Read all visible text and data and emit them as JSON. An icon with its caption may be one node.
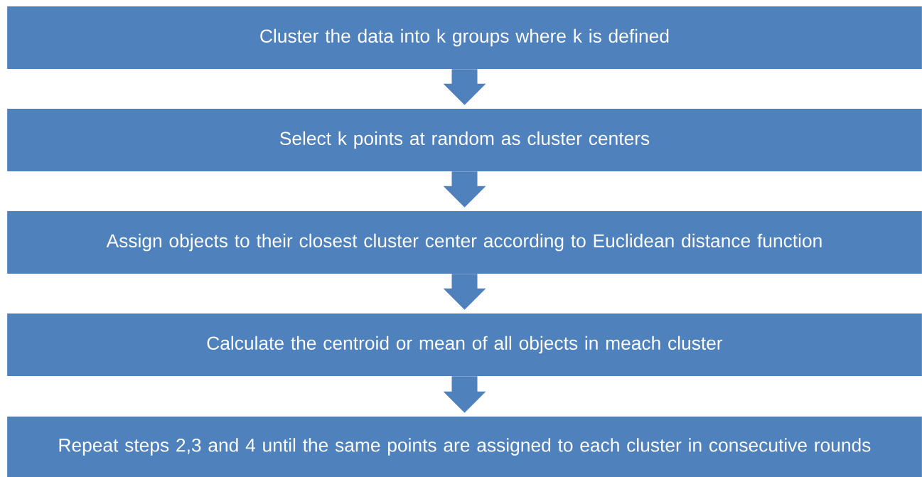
{
  "diagram": {
    "nodes": [
      {
        "text": [
          "Cluster the data into k groups where k is defined"
        ]
      },
      {
        "text": [
          "Select k points at random as cluster centers"
        ]
      },
      {
        "text": [
          "Assign objects to their closest cluster center according to Euclidean distance function"
        ]
      },
      {
        "text": [
          "Calculate the centroid or mean of all objects in meach cluster"
        ]
      },
      {
        "text": [
          "Repeat steps 2,3 and 4 until the same points are assigned to each cluster in consecutive rounds"
        ]
      }
    ],
    "edges": [
      {
        "from": 0,
        "to": 1,
        "arrow": "to"
      },
      {
        "from": 1,
        "to": 2,
        "arrow": "to"
      },
      {
        "from": 2,
        "to": 3,
        "arrow": "to"
      },
      {
        "from": 3,
        "to": 4,
        "arrow": "to"
      }
    ]
  }
}
